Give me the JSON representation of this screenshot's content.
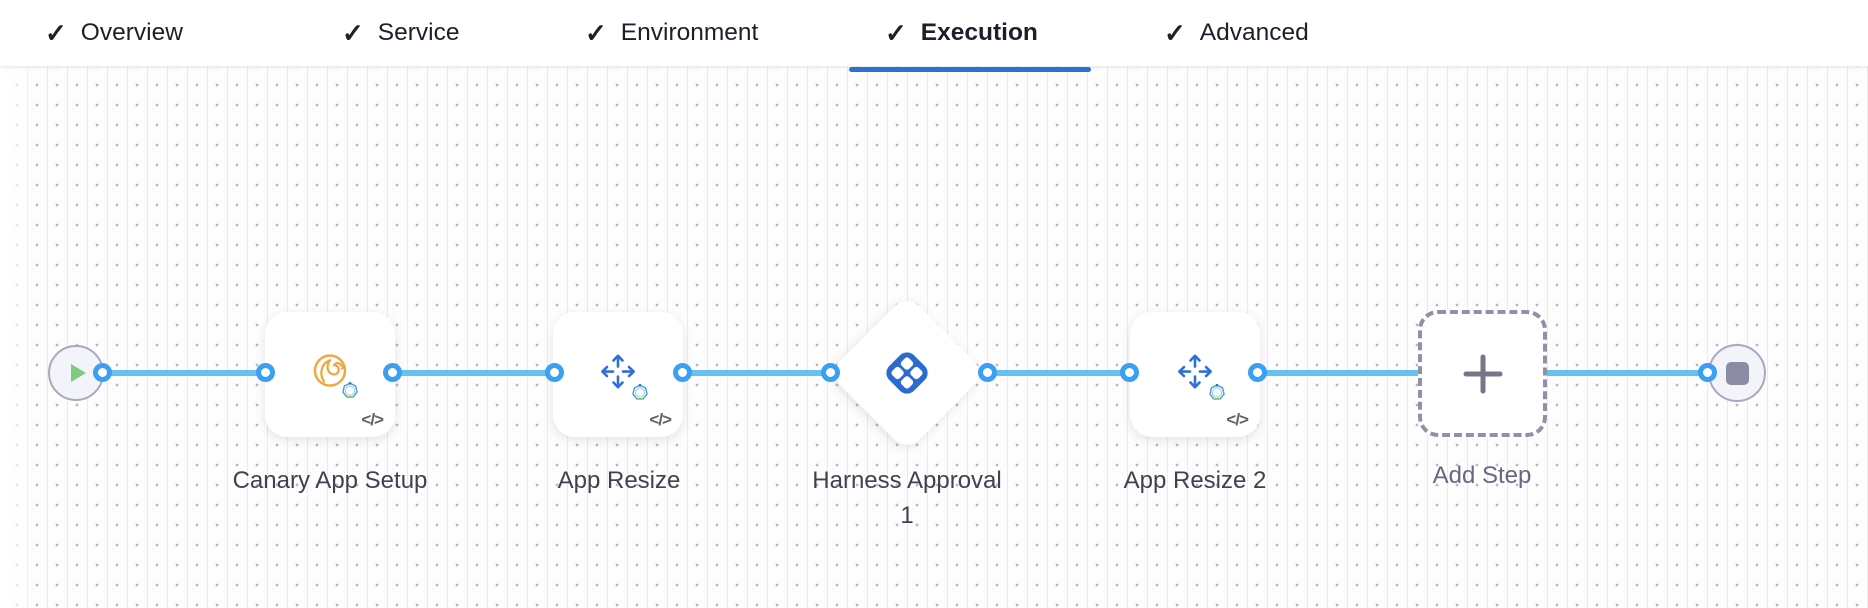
{
  "tabs": {
    "check_glyph": "✓",
    "items": [
      {
        "label": "Overview",
        "completed": true,
        "active": false
      },
      {
        "label": "Service",
        "completed": true,
        "active": false
      },
      {
        "label": "Environment",
        "completed": true,
        "active": false
      },
      {
        "label": "Execution",
        "completed": true,
        "active": true
      },
      {
        "label": "Advanced",
        "completed": true,
        "active": false
      }
    ],
    "active_underline_color": "#2d6fd3"
  },
  "canvas": {
    "start_node": {
      "icon": "play-icon"
    },
    "end_node": {
      "icon": "stop-icon"
    },
    "steps": [
      {
        "label": "Canary App Setup",
        "icon": "canary-bird-icon",
        "shape": "card",
        "code_glyph": "</>"
      },
      {
        "label": "App Resize",
        "icon": "resize-arrows-icon",
        "shape": "card",
        "code_glyph": "</>"
      },
      {
        "label": "Harness Approval 1",
        "icon": "harness-logo-icon",
        "shape": "diamond"
      },
      {
        "label": "App Resize 2",
        "icon": "resize-arrows-icon",
        "shape": "card",
        "code_glyph": "</>"
      },
      {
        "label": "Add Step",
        "icon": "plus-icon",
        "shape": "dashed-box"
      }
    ],
    "colors": {
      "connector_line": "#68c0f1",
      "connector_ring": "#3b9ff2",
      "canary_orange": "#f0a63e",
      "step_blue": "#2f6fd6",
      "harness_blue": "#2b6ace",
      "play_green": "#7ecb80",
      "node_fill": "#f3f3fa",
      "node_border": "#aaa8c0",
      "stop_fill": "#8e8ca4",
      "dashed_border": "#9290a8",
      "plus_gray": "#75768a"
    }
  }
}
